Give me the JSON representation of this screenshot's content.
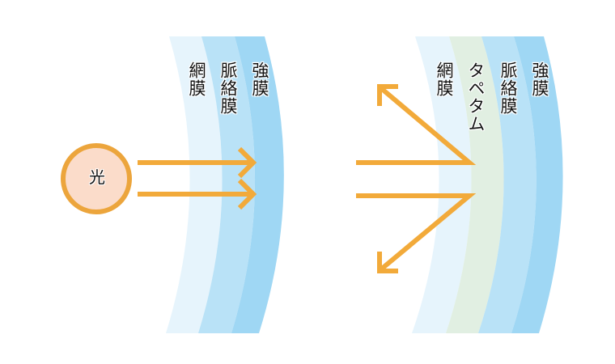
{
  "left_diagram": {
    "light_source": {
      "label": "光"
    },
    "layers": [
      {
        "id": "retina",
        "label": "網膜",
        "color": "#e6f4fc"
      },
      {
        "id": "choroid",
        "label": "脈絡膜",
        "color": "#b9e2f7"
      },
      {
        "id": "sclera",
        "label": "強膜",
        "color": "#9fd7f4"
      }
    ],
    "arrows": {
      "count": 2,
      "direction": "incoming"
    }
  },
  "right_diagram": {
    "layers": [
      {
        "id": "retina",
        "label": "網膜",
        "color": "#e6f4fc"
      },
      {
        "id": "tapetum",
        "label": "タペタム",
        "color": "#e1efe2"
      },
      {
        "id": "choroid",
        "label": "脈絡膜",
        "color": "#b9e2f7"
      },
      {
        "id": "sclera",
        "label": "強膜",
        "color": "#9fd7f4"
      }
    ],
    "arrows": {
      "count": 2,
      "direction": "reflected"
    }
  },
  "colors": {
    "arrow": "#f2aa3a",
    "sun_fill": "#fbdcca",
    "sun_stroke": "#eca53c",
    "background": "#ffffff"
  }
}
